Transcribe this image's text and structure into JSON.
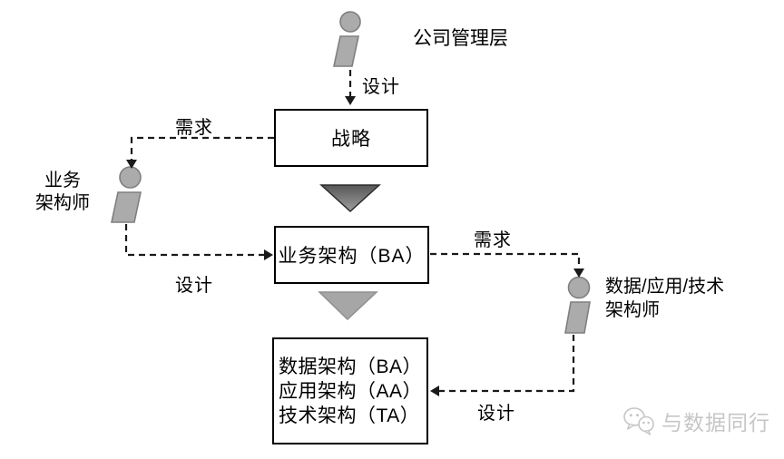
{
  "diagram": {
    "actors": {
      "management": {
        "label": "公司管理层"
      },
      "business_architect": {
        "line1": "业务",
        "line2": "架构师"
      },
      "data_app_tech_architect": {
        "line1": "数据/应用/技术",
        "line2": "架构师"
      }
    },
    "boxes": {
      "strategy": {
        "label": "战略"
      },
      "business_architecture": {
        "label": "业务架构（BA）"
      },
      "detail_architecture": {
        "lines": [
          "数据架构（BA）",
          "应用架构（AA）",
          "技术架构（TA）"
        ]
      }
    },
    "edge_labels": {
      "design_top": "设计",
      "demand_left": "需求",
      "design_left": "设计",
      "demand_right": "需求",
      "design_right": "设计"
    },
    "watermark": {
      "text": "与数据同行",
      "icon": "wechat-icon"
    },
    "colors": {
      "actor_fill": "#ababab",
      "actor_stroke": "#7f7f7f",
      "box_border": "#000000",
      "connector": "#1a1a1a",
      "triangle_gradient_top": "#575757",
      "triangle_gradient_bottom": "#9e9e9e",
      "triangle2_fill": "#a6a6a6",
      "watermark_gray": "#c6c6c6"
    }
  }
}
